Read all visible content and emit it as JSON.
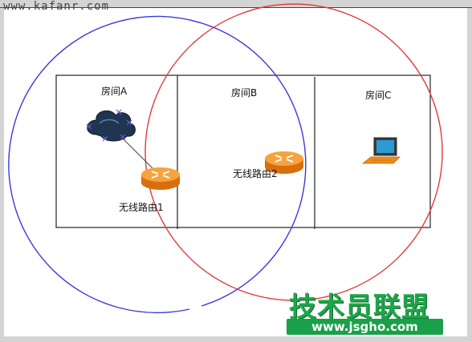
{
  "watermark_top": "www.kafanr.com",
  "rooms": [
    {
      "label": "房间A"
    },
    {
      "label": "房间B"
    },
    {
      "label": "房间C"
    }
  ],
  "routers": [
    {
      "label": "无线路由1"
    },
    {
      "label": "无线路由2"
    }
  ],
  "colors": {
    "circle_router1": "#3a3adf",
    "circle_router2": "#e23a3a",
    "router_orange": "#f08a1a",
    "brand_green": "#1ea64a"
  },
  "brand": {
    "name": "技术员联盟",
    "url": "www.jsgho.com"
  }
}
